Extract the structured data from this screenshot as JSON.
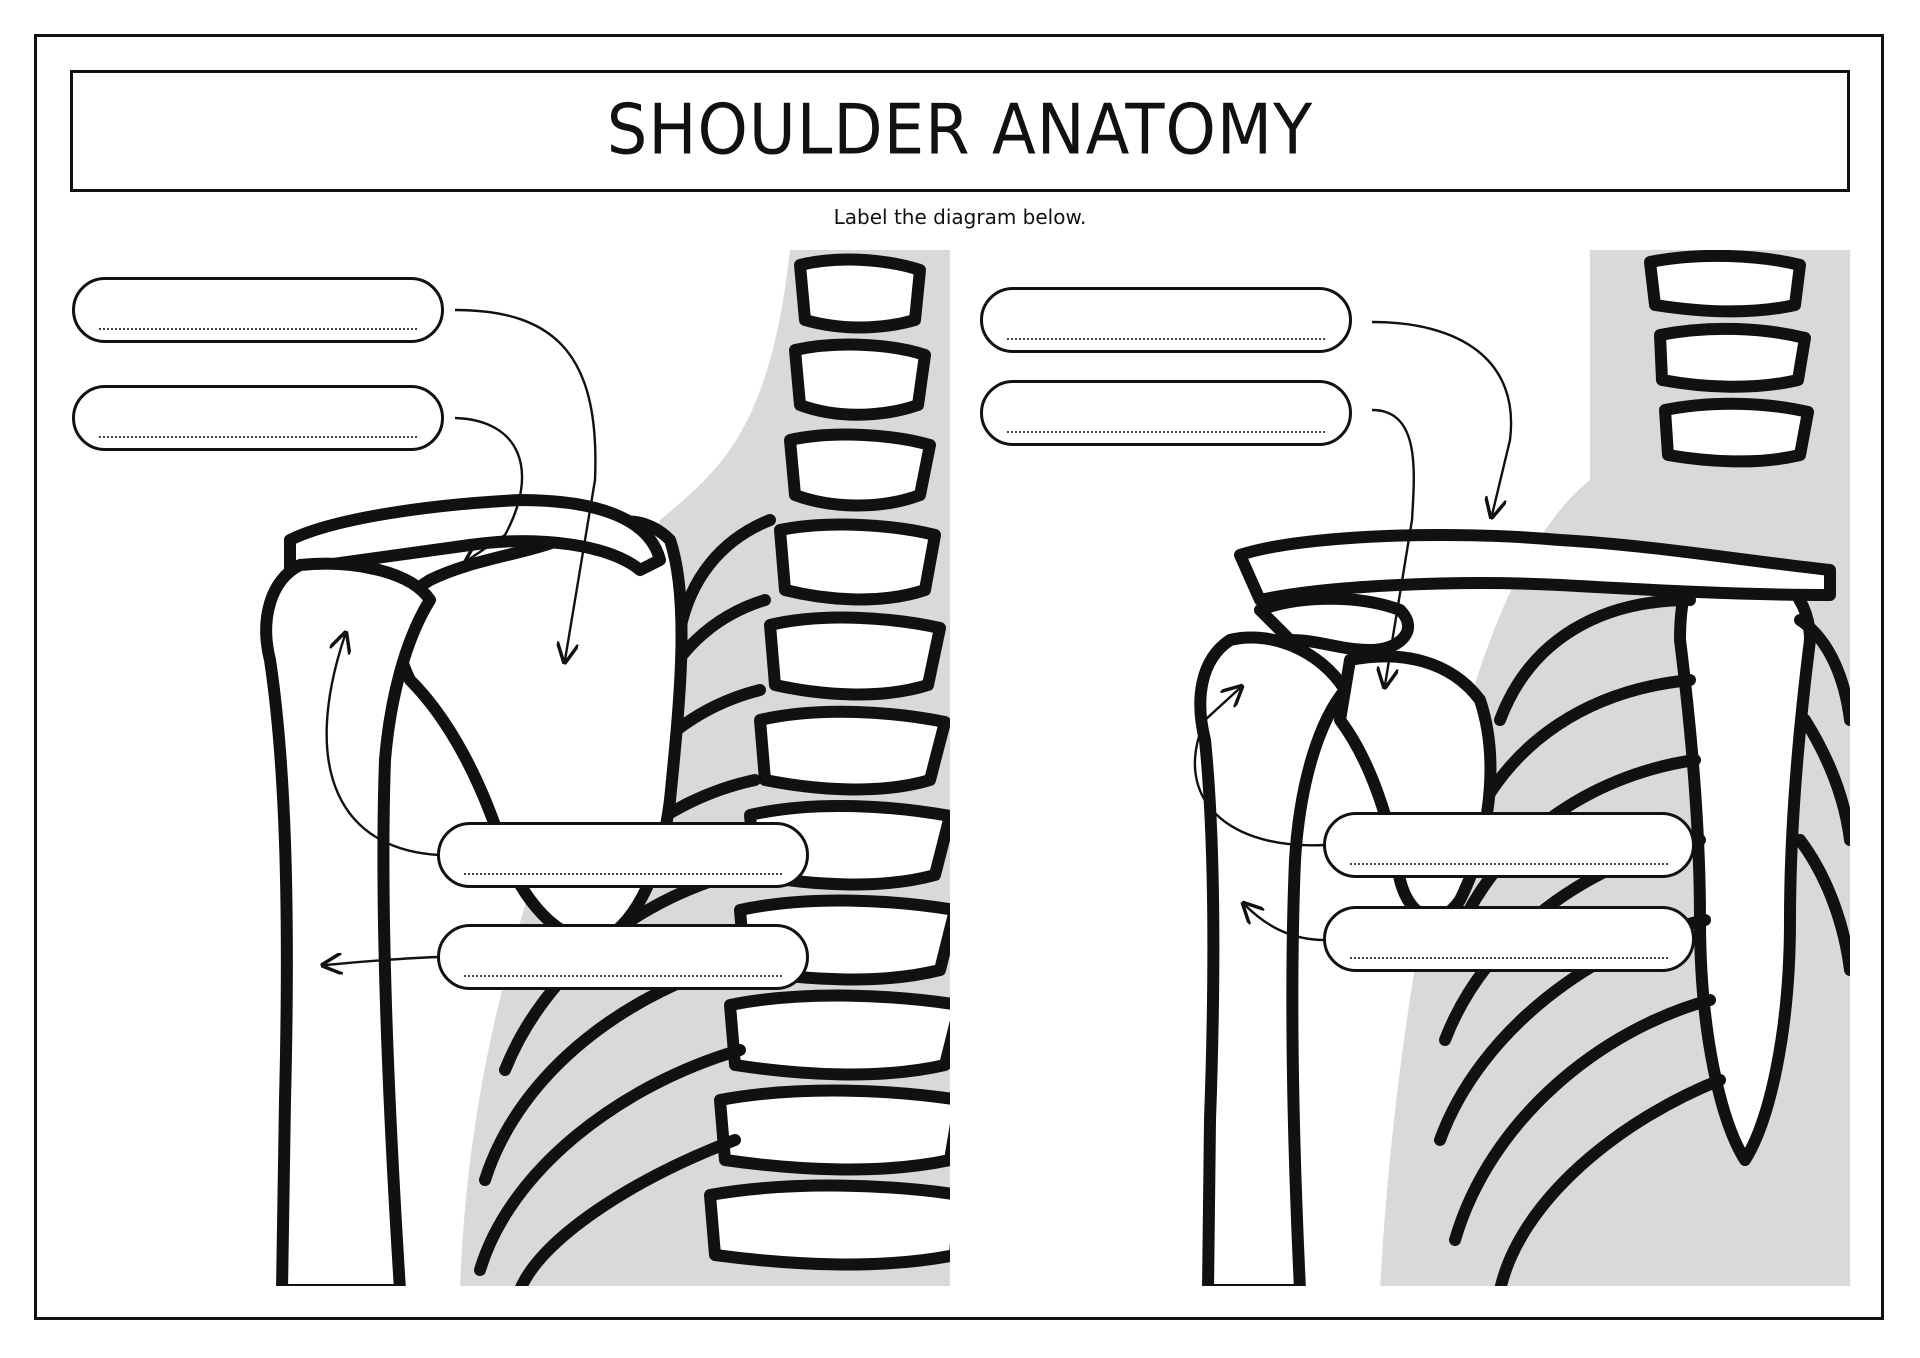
{
  "worksheet": {
    "title": "SHOULDER ANATOMY",
    "instructions": "Label the diagram below."
  },
  "panels": [
    {
      "view": "posterior",
      "blank_labels": 4
    },
    {
      "view": "anterior",
      "blank_labels": 4
    }
  ],
  "colors": {
    "outline": "#111111",
    "shading": "#d9d9d9",
    "background": "#ffffff"
  }
}
